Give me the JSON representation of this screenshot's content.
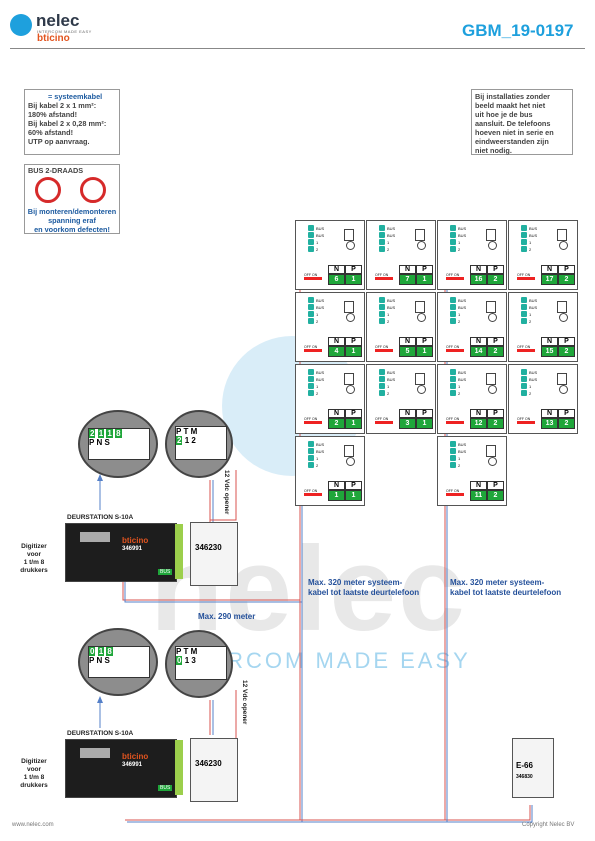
{
  "header": {
    "brand": "nelec",
    "brand_sub": "INTERCOM MADE EASY",
    "brand_bt": "bticino",
    "doc_number": "GBM_19-0197"
  },
  "notes_left": {
    "title": "= systeemkabel",
    "lines": [
      "Bij kabel 2 x 1 mm²:",
      "180% afstand!",
      "Bij kabel 2 x 0,28 mm²:",
      "60% afstand!",
      "UTP op aanvraag."
    ]
  },
  "bus_warning": {
    "title": "BUS 2-DRAADS",
    "lines": [
      "Bij monteren/demonteren",
      "spanning eraf",
      "en voorkom defecten!"
    ]
  },
  "notes_right": {
    "lines": [
      "Bij installaties zonder",
      "beeld maakt het niet",
      "uit hoe je de bus",
      "aansluit. De telefoons",
      "hoeven niet in serie en",
      "eindweerstanden zijn",
      "niet nodig."
    ]
  },
  "phone": {
    "terms": [
      "BUS",
      "BUS",
      "1",
      "2"
    ],
    "switch_label": "OFF ON",
    "n_label": "N",
    "p_label": "P"
  },
  "phones": [
    {
      "n": "6",
      "p": "1"
    },
    {
      "n": "7",
      "p": "1"
    },
    {
      "n": "16",
      "p": "2"
    },
    {
      "n": "17",
      "p": "2"
    },
    {
      "n": "4",
      "p": "1"
    },
    {
      "n": "5",
      "p": "1"
    },
    {
      "n": "14",
      "p": "2"
    },
    {
      "n": "15",
      "p": "2"
    },
    {
      "n": "2",
      "p": "1"
    },
    {
      "n": "3",
      "p": "1"
    },
    {
      "n": "12",
      "p": "2"
    },
    {
      "n": "13",
      "p": "2"
    },
    {
      "n": "1",
      "p": "1"
    },
    {
      "n": "11",
      "p": "2"
    }
  ],
  "door_stations": [
    {
      "title": "DEURSTATION S-10A",
      "model": "346991",
      "bus": "BUS",
      "digitizer": [
        "Digitizer",
        "voor",
        "1 t/m 8",
        "drukkers"
      ],
      "disp_top": [
        "2",
        "1",
        "1",
        "8"
      ],
      "disp_bottom": [
        "P",
        "N",
        "S"
      ]
    },
    {
      "title": "DEURSTATION S-10A",
      "model": "346991",
      "bus": "BUS",
      "digitizer": [
        "Digitizer",
        "voor",
        "1 t/m 8",
        "drukkers"
      ],
      "disp_top": [
        "0",
        "1",
        "8"
      ],
      "disp_bottom": [
        "P",
        "N",
        "S"
      ]
    }
  ],
  "power_units": [
    {
      "model": "346230",
      "disp": [
        "P",
        "T",
        "M",
        "2",
        "1",
        "2"
      ]
    },
    {
      "model": "346230",
      "disp": [
        "P",
        "T",
        "M",
        "0",
        "1",
        "3"
      ]
    }
  ],
  "opener_label": "12 Vdc opener",
  "labels": {
    "max290": "Max. 290 meter",
    "max320a": [
      "Max. 320 meter systeem-",
      "kabel tot laatste deurtelefoon"
    ],
    "max320b": [
      "Max. 320 meter systeem-",
      "kabel tot laatste deurtelefoon"
    ]
  },
  "e66": {
    "label": "E-66",
    "model": "346830"
  },
  "watermark": {
    "word": "nelec",
    "tag": "INTERCOM MADE EASY"
  },
  "footer": {
    "left": "www.nelec.com",
    "right": "Copyright Nelec BV"
  },
  "colors": {
    "accent": "#1ea0dd",
    "green": "#1fa63a",
    "wire_red": "#d9534f",
    "wire_blue": "#5580c8"
  }
}
